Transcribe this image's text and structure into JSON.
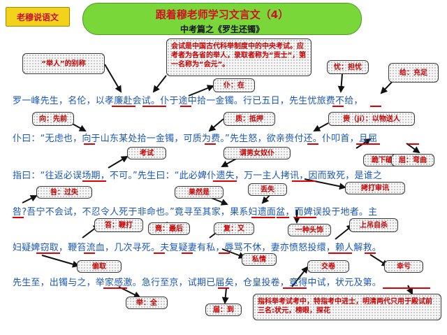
{
  "header": {
    "badge": "老穆说语文",
    "title": "跟着穆老师学习文言文（4）",
    "subtitle": "中考篇之《罗生还镯》"
  },
  "text_lines": [
    "罗一峰先生，名伦，以孝廉赴会试。仆于途中拾一金镯。行已五日，先生忧旅费不给，",
    "仆曰：“无虑也，向于山东某处拾一金镯，可质为费。”先生怒，欲亲赍付还。仆叩首，且屈",
    "指曰：“往返必误场期，不可。”先生曰：“此必婢仆遗失，万一主人拷讯，因而致死，是谁之",
    "咎?吾宁不会试，不忍令人死于非命也。”竟寻至其家，果系妇遗面盆，而婢误投于地者。主",
    "妇疑婢窃取，鞭笞流血，几次寻死。夫复疑妻有私，辱骂不休，妻亦愤怒投缳，赖人解救。",
    "先生至，出镯与之，举家感激。急行至京，试期已届矣，仓皇投卷，竟得中试，状元及第。"
  ],
  "notes": {
    "juren": "“举人”的别称",
    "huishi": "会试是中国古代科举制度中的中央考试。应考者为各省的举人，录取者称为“贡士”，第一名称为“会元”。",
    "pu": "仆：在",
    "you": "忧：担忧",
    "gei": "给：充足",
    "xiang": "向：先前",
    "zhi": "质：抵押",
    "ji": "赍（jī）：以物送人",
    "koushou": "跪下磕头",
    "qu": "屈：弯曲",
    "changqi": "考试",
    "binpu": "谓男女奴仆",
    "kaoxun": "拷打审讯",
    "jiu": "咎：过失",
    "guoxi": "果然是",
    "yi": "丢失",
    "mianpen": "一种头饰",
    "chi": "笞：鞭打",
    "jing": "竟：最后",
    "fu": "复：又",
    "touhuan": "上吊自杀",
    "qiequ": "偷取",
    "si": "私情",
    "lai": "幸亏",
    "jujia": "举：全",
    "jie": "届：到",
    "juan": "交卷",
    "zhuangyuan": "指科举考试考中，特指考中进士，明清两代只用于殿试前三名:状元，榜眼，探花"
  }
}
